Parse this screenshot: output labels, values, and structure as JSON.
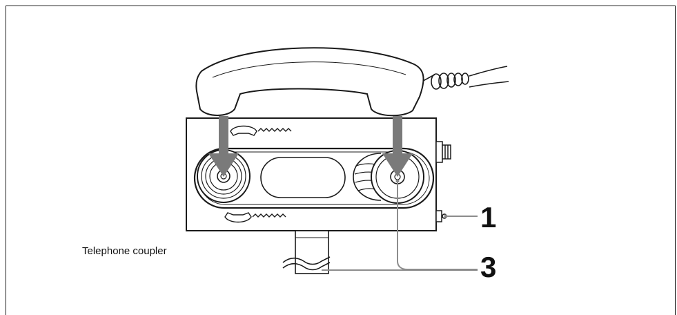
{
  "diagram": {
    "caption": "Telephone coupler",
    "callouts": [
      {
        "label": "1"
      },
      {
        "label": "3"
      }
    ],
    "colors": {
      "ink": "#1a1a1a",
      "arrow": "#7a7a7a",
      "leader": "#8c8c8c",
      "background": "#ffffff"
    }
  }
}
